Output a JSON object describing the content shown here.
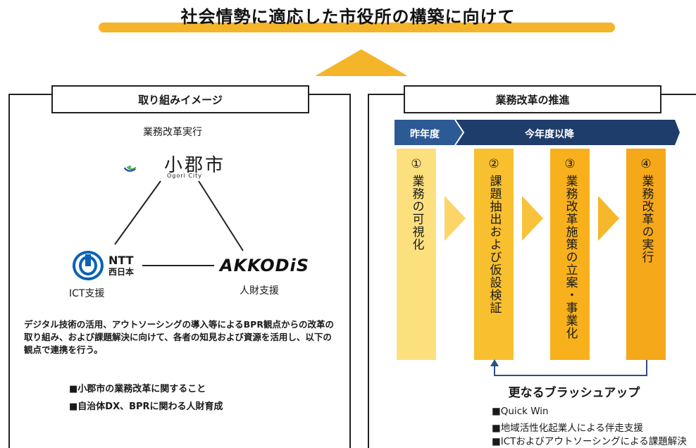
{
  "header": {
    "title": "社会情勢に適応した市役所の構築に向けて"
  },
  "left": {
    "label": "取り組みイメージ",
    "sub_label": "業務改革実行",
    "ogori": {
      "name": "小郡市",
      "sub": "Ogori City"
    },
    "ntt": {
      "name": "NTT",
      "sub": "西日本"
    },
    "akkodis": "AKKODiS",
    "ict_caption": "ICT支援",
    "hr_caption": "人財支援",
    "description": "デジタル技術の活用、アウトソーシングの導入等によるBPR観点からの改革の取り組み、および課題解決に向けて、各者の知見および資源を活用し、以下の観点で連携を行う。",
    "bullets": [
      "■小郡市の業務改革に関すること",
      "■自治体DX、BPRに関わる人財育成"
    ]
  },
  "right": {
    "label": "業務改革の推進",
    "years": {
      "last": "昨年度",
      "now": "今年度以降"
    },
    "steps": [
      {
        "num": "①",
        "text": "業務の可視化"
      },
      {
        "num": "②",
        "text": "課題抽出および仮設検証"
      },
      {
        "num": "③",
        "text": "業務改革施策の立案・事業化"
      },
      {
        "num": "④",
        "text": "業務改革の実行"
      }
    ],
    "brushup": "更なるブラッシュアップ",
    "bullets": [
      "■Quick Win",
      "■地域活性化起業人による伴走支援",
      "■ICTおよびアウトソーシングによる課題解決"
    ]
  },
  "colors": {
    "accent": "#f5b52a",
    "navy": "#1f3d6b"
  }
}
